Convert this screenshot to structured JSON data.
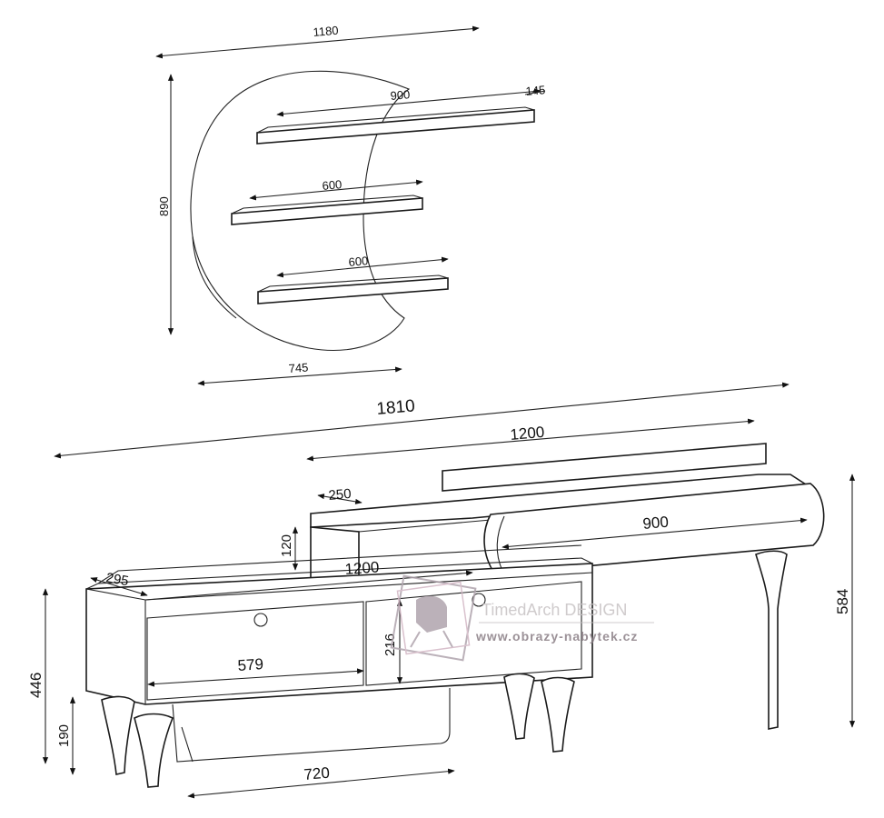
{
  "wall_shelf": {
    "width_total": "1180",
    "height": "890",
    "shelf_top": "900",
    "shelf_depth": "145",
    "shelf_middle": "600",
    "shelf_bottom": "600",
    "base_width": "745"
  },
  "tv_stand": {
    "total_width": "1810",
    "top_length": "1200",
    "top_depth": "250",
    "drawer_length": "900",
    "riser_height": "120",
    "body_length": "1200",
    "body_depth": "295",
    "compartment_height": "216",
    "compartment_width": "579",
    "total_height": "446",
    "leg_height": "190",
    "leg_span": "720",
    "right_height": "584"
  },
  "watermark": {
    "brand": "TimedArch DESIGN",
    "url": "www.obrazy-nabytek.cz"
  },
  "colors": {
    "line": "#222222",
    "watermark_main": "#c7c2c4",
    "watermark_logo": "#b0a4ad"
  }
}
